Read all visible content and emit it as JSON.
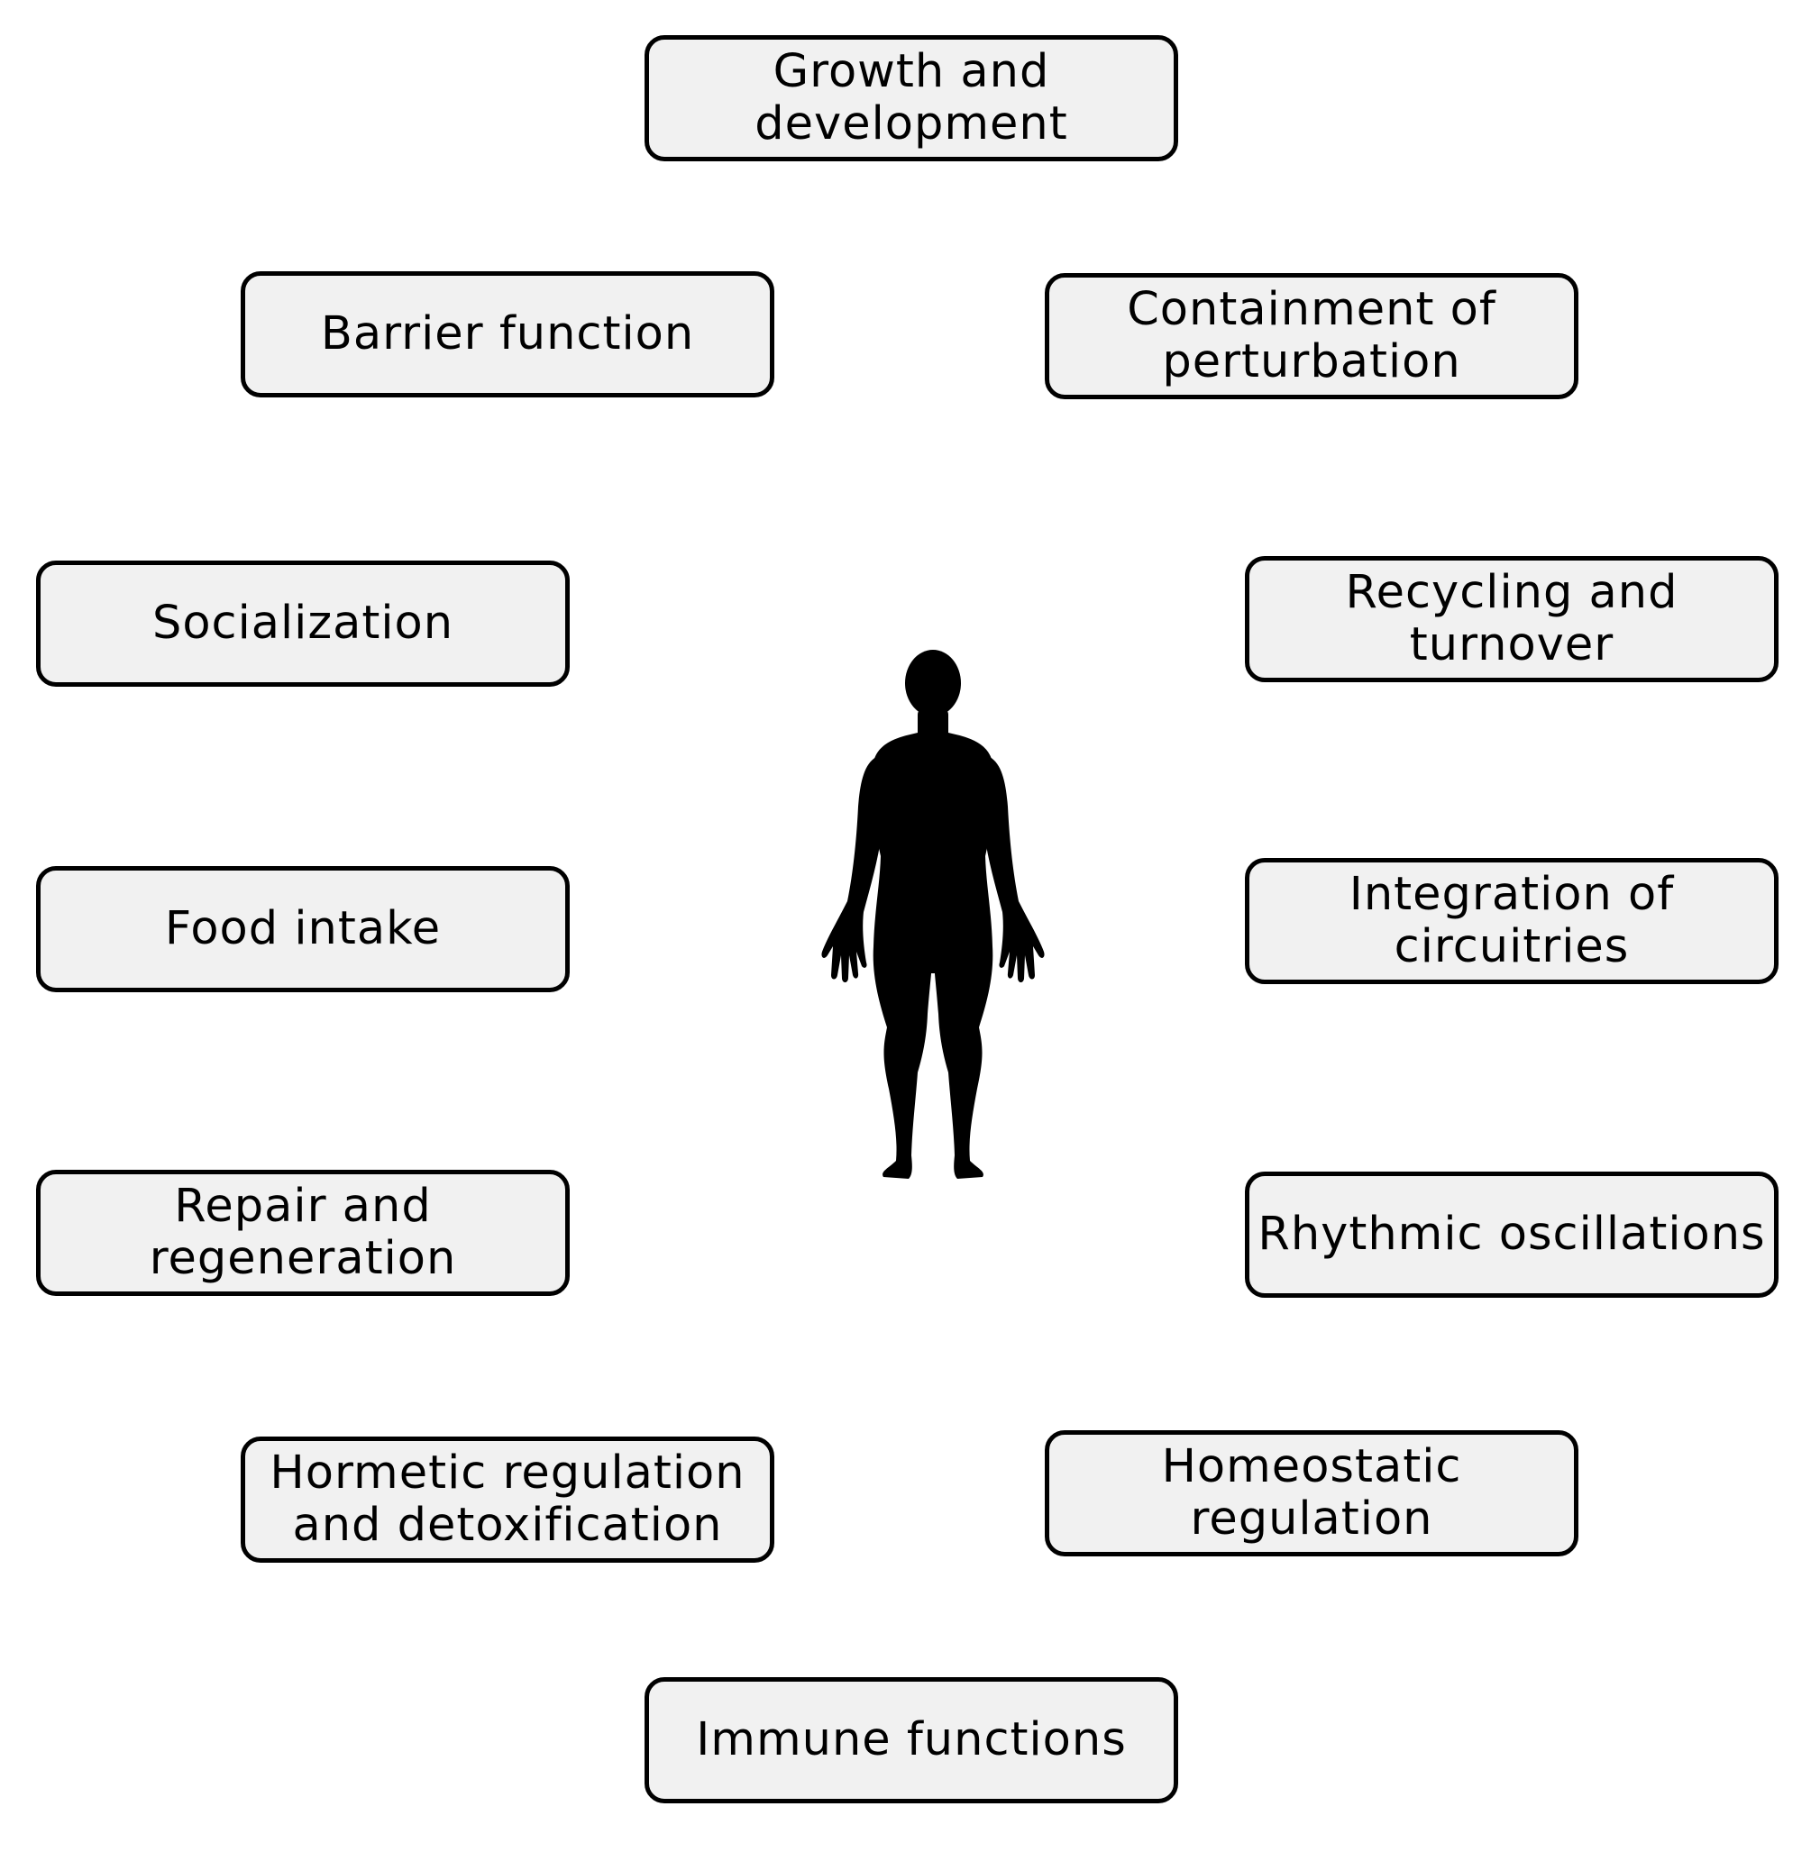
{
  "diagram": {
    "center_figure": "human-body-silhouette-icon",
    "colors": {
      "box_fill": "#f1f1f1",
      "box_border": "#000000",
      "text": "#000000",
      "silhouette": "#000000"
    },
    "boxes": {
      "growth": "Growth and\ndevelopment",
      "barrier": "Barrier function",
      "containment": "Containment of\nperturbation",
      "socialization": "Socialization",
      "recycling": "Recycling and\nturnover",
      "food": "Food intake",
      "integration": "Integration of\ncircuitries",
      "repair": "Repair and\nregeneration",
      "rhythmic": "Rhythmic oscillations",
      "hormetic": "Hormetic regulation\nand detoxification",
      "homeostatic": "Homeostatic\nregulation",
      "immune": "Immune functions"
    }
  }
}
